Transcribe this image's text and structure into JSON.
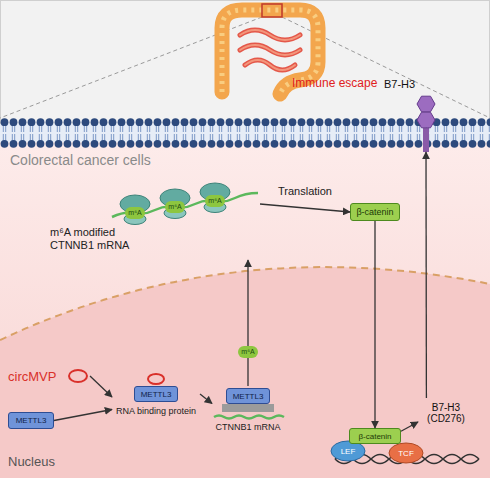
{
  "diagram": {
    "nodes": [
      {
        "text": [
          "B7-H3"
        ]
      },
      {
        "text": [
          "m⁶A modified CTNNB1 mRNA"
        ]
      },
      {
        "text": [
          "β-catenin"
        ]
      },
      {
        "text": [
          "Nucleus"
        ]
      },
      {
        "text": [
          "circMVP"
        ],
        "in": 3
      },
      {
        "text": [
          "METTL3"
        ],
        "in": 3
      },
      {
        "text": [
          "METTL3",
          "RNA binding protein"
        ],
        "in": 3
      },
      {
        "text": [
          "METTL3",
          "CTNNB1 mRNA"
        ],
        "in": 3
      },
      {
        "text": [
          "LEF"
        ],
        "in": 3
      },
      {
        "text": [
          "β-catenin"
        ],
        "in": 3
      },
      {
        "text": [
          "TCF"
        ],
        "in": 3
      },
      {
        "text": [
          "B7-H3 (CD276)"
        ],
        "in": 3
      }
    ],
    "edges": [
      {
        "from": 4,
        "to": 6,
        "arrow": "to"
      },
      {
        "from": 5,
        "to": 6,
        "arrow": "to"
      },
      {
        "from": 6,
        "to": 7,
        "arrow": "to"
      },
      {
        "from": 7,
        "to": 1,
        "arrow": "to"
      },
      {
        "from": 1,
        "to": 2,
        "label": "Translation",
        "arrow": "to"
      },
      {
        "from": 2,
        "to": 9,
        "arrow": "to"
      },
      {
        "from": 9,
        "to": 11,
        "arrow": "to"
      },
      {
        "from": 11,
        "to": 0,
        "arrow": "to"
      }
    ],
    "labels": [
      "Immune escape",
      "Colorectal cancer cells",
      "m⁶A",
      "m⁶A",
      "m⁶A",
      "m⁶A"
    ]
  }
}
